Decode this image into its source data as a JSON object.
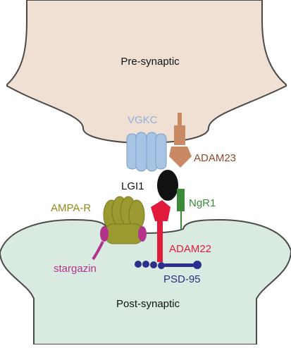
{
  "regions": {
    "pre": "Pre-synaptic",
    "post": "Post-synaptic"
  },
  "molecules": {
    "vgkc": "VGKC",
    "adam23": "ADAM23",
    "lgi1": "LGI1",
    "ngr1": "NgR1",
    "ampar": "AMPA-R",
    "adam22": "ADAM22",
    "stargazin": "stargazin",
    "psd95": "PSD-95"
  },
  "colors": {
    "membrane_fill": "#f0e0d4",
    "post_fill": "#d9ebe0",
    "membrane_stroke": "#4a4a4a",
    "vgkc": "#a8c4e4",
    "vgkc_text": "#8fb0dc",
    "adam23": "#c98a63",
    "adam23_text": "#8a4a2c",
    "lgi1": "#111111",
    "ngr1": "#3a8a3a",
    "ampar": "#9a9a30",
    "ampar_text": "#8c8c1c",
    "adam22": "#e01b3c",
    "stargazin": "#b3338c",
    "psd95": "#2d2d8c"
  }
}
